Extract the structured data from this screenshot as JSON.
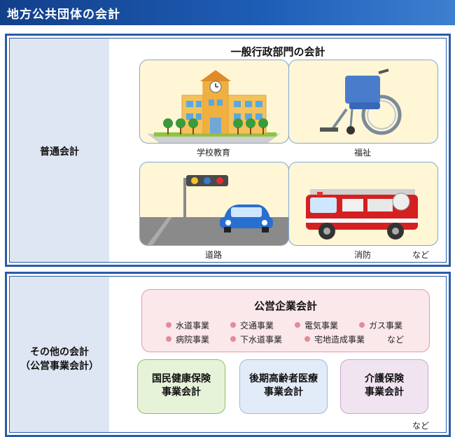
{
  "header": {
    "title": "地方公共団体の会計"
  },
  "general": {
    "label": "普通会計",
    "dept_title": "一般行政部門の会計",
    "cards": [
      {
        "label": "学校教育",
        "icon": "school-icon"
      },
      {
        "label": "福祉",
        "icon": "wheelchair-icon"
      },
      {
        "label": "道路",
        "icon": "road-car-icon"
      },
      {
        "label": "消防",
        "icon": "fire-truck-icon"
      }
    ],
    "etc": "など"
  },
  "other": {
    "label_line1": "その他の会計",
    "label_line2": "（公営事業会計）",
    "enterprise": {
      "title": "公営企業会計",
      "items_row1": [
        "水道事業",
        "交通事業",
        "電気事業",
        "ガス事業"
      ],
      "items_row2": [
        "病院事業",
        "下水道事業",
        "宅地造成事業"
      ],
      "etc": "など"
    },
    "insurance": [
      {
        "line1": "国民健康保険",
        "line2": "事業会計"
      },
      {
        "line1": "後期高齢者医療",
        "line2": "事業会計"
      },
      {
        "line1": "介護保険",
        "line2": "事業会計"
      }
    ],
    "etc": "など"
  },
  "colors": {
    "header": "#1f5fb8",
    "frame": "#2a5caa",
    "label_bg": "#dfe6f3",
    "card_bg": "#fff6d6",
    "enterprise_bg": "#fbe8ea",
    "nhi_bg": "#e6f3d8",
    "elderly_bg": "#e2ecf8",
    "care_bg": "#f1e4f1"
  }
}
